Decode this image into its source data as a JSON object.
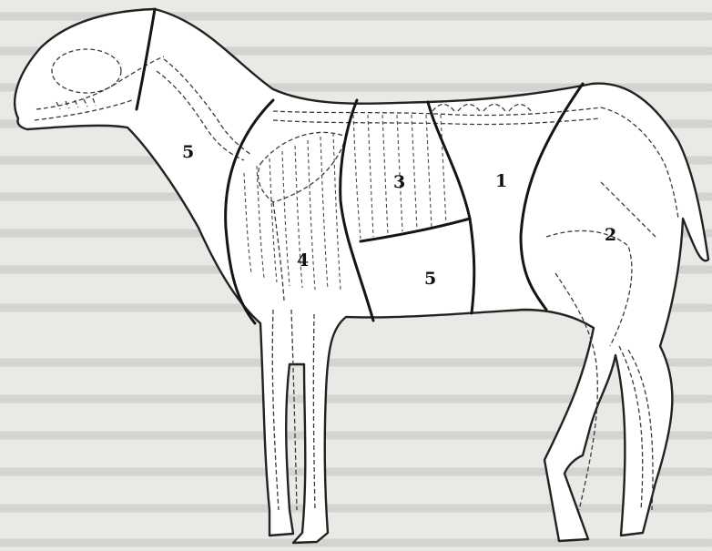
{
  "diagram": {
    "regions": [
      {
        "id": "head-neck",
        "label": "5"
      },
      {
        "id": "shoulder",
        "label": "4"
      },
      {
        "id": "rack",
        "label": "3"
      },
      {
        "id": "breast-flank",
        "label": "5"
      },
      {
        "id": "loin",
        "label": "1"
      },
      {
        "id": "leg",
        "label": "2"
      }
    ]
  },
  "colors": {
    "paper": "#e9e9e6",
    "outline": "#222222",
    "bleed_through_text": "#d3d3cf"
  }
}
